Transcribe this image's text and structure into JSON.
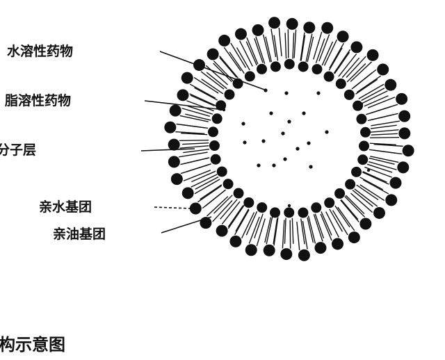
{
  "labels": {
    "water_soluble_drug": "水溶性药物",
    "lipid_soluble_drug": "脂溶性药物",
    "lipid_bilayer": "类脂质双分子层",
    "hydrophilic_group": "亲水基团",
    "lipophilic_group": "亲油基团"
  },
  "caption": "单室脂质体结构示意图",
  "colors": {
    "ink": "#111111",
    "background": "#ffffff"
  }
}
